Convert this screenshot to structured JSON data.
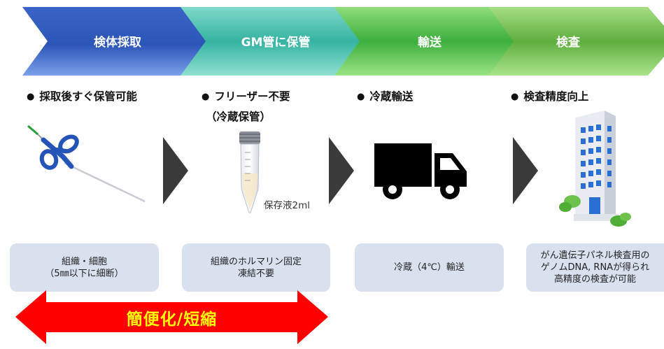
{
  "steps": [
    {
      "label": "検体採取",
      "color_dark": "#2f5fbf",
      "color_light": "#6f95e4"
    },
    {
      "label": "GM管に保管",
      "color_dark": "#2aaa9a",
      "color_light": "#6fd4c4"
    },
    {
      "label": "輸送",
      "color_dark": "#3caa3c",
      "color_light": "#7ed36a"
    },
    {
      "label": "検査",
      "color_dark": "#5aa83a",
      "color_light": "#94d36e"
    }
  ],
  "bullets": [
    {
      "text": "採取後すぐ保管可能"
    },
    {
      "text": "フリーザー不要",
      "sub": "（冷蔵保管）"
    },
    {
      "text": "冷蔵輸送"
    },
    {
      "text": "検査精度向上"
    }
  ],
  "liquid_label": "保存液2ml",
  "boxes": [
    {
      "lines": [
        "組織・細胞",
        "（5㎜以下に細断）"
      ]
    },
    {
      "lines": [
        "組織のホルマリン固定",
        "凍結不要"
      ]
    },
    {
      "lines": [
        "冷蔵（4℃）輸送"
      ]
    },
    {
      "lines": [
        "がん遺伝子パネル検査用の",
        "ゲノムDNA, RNAが得られ",
        "高精度の検査が可能"
      ]
    }
  ],
  "banner": {
    "text": "簡便化/短縮",
    "arrow_color": "#ff0000",
    "text_color": "#ffff00"
  },
  "icons": [
    "biopsy-needle-icon",
    "sample-tube-icon",
    "truck-icon",
    "hospital-building-icon"
  ]
}
